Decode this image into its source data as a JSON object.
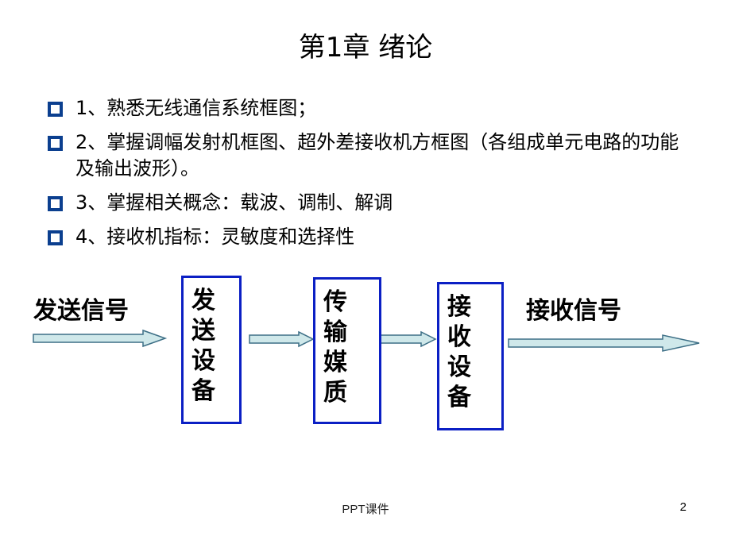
{
  "slide": {
    "title": "第1章 绪论",
    "bullets": [
      {
        "text": "1、熟悉无线通信系统框图；"
      },
      {
        "text": "2、掌握调幅发射机框图、超外差接收机方框图（各组成单元电路的功能及输出波形）。"
      },
      {
        "text": "3、掌握相关概念：载波、调制、解调"
      },
      {
        "text": "4、接收机指标：灵敏度和选择性"
      }
    ]
  },
  "diagram": {
    "input_label": "发送信号",
    "output_label": "接收信号",
    "blocks": [
      {
        "lines": [
          "发",
          "送",
          "设",
          "备"
        ]
      },
      {
        "lines": [
          "传",
          "输",
          "媒",
          "质"
        ]
      },
      {
        "lines": [
          "接",
          "收",
          "设",
          "备"
        ]
      }
    ],
    "colors": {
      "block_border": "#0b1fc4",
      "arrow_fill": "#cfe8ea",
      "arrow_stroke": "#3d6f86",
      "bullet": "#0b3f8f"
    }
  },
  "footer": {
    "text": "PPT课件",
    "page_number": "2"
  }
}
